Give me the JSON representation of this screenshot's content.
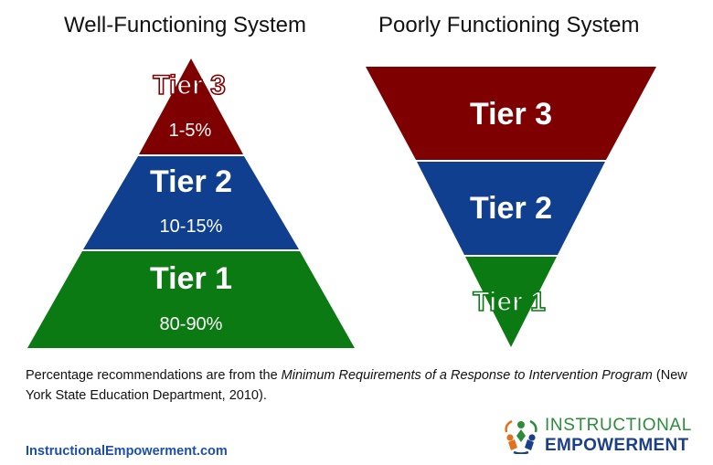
{
  "titles": {
    "left": "Well-Functioning System",
    "right": "Poorly Functioning System"
  },
  "pyramid": {
    "tiers": [
      {
        "label": "Tier 3",
        "percent": "1-5%",
        "color": "#7f0000"
      },
      {
        "label": "Tier 2",
        "percent": "10-15%",
        "color": "#113f8f"
      },
      {
        "label": "Tier 1",
        "percent": "80-90%",
        "color": "#0b7a12"
      }
    ]
  },
  "inverted": {
    "tiers": [
      {
        "label": "Tier 3",
        "color": "#7f0000"
      },
      {
        "label": "Tier 2",
        "color": "#113f8f"
      },
      {
        "label": "Tier 1",
        "color": "#0b7a12"
      }
    ]
  },
  "note": {
    "before": "Percentage recommendations are from the ",
    "italic": "Minimum Requirements of a Response to Intervention Program",
    "after": " (New York State Education Department, 2010)."
  },
  "footer": {
    "site": "InstructionalEmpowerment.com",
    "logo_line1": "INSTRUCTIONAL",
    "logo_line2": "EMPOWERMENT",
    "logo_icon": "people-circle-icon"
  },
  "colors": {
    "tier3": "#7f0000",
    "tier2": "#113f8f",
    "tier1": "#0b7a12",
    "link": "#1c4fa8",
    "brand_green": "#2e8b3c",
    "brand_blue": "#1c3f8a",
    "brand_orange": "#e0721e"
  }
}
